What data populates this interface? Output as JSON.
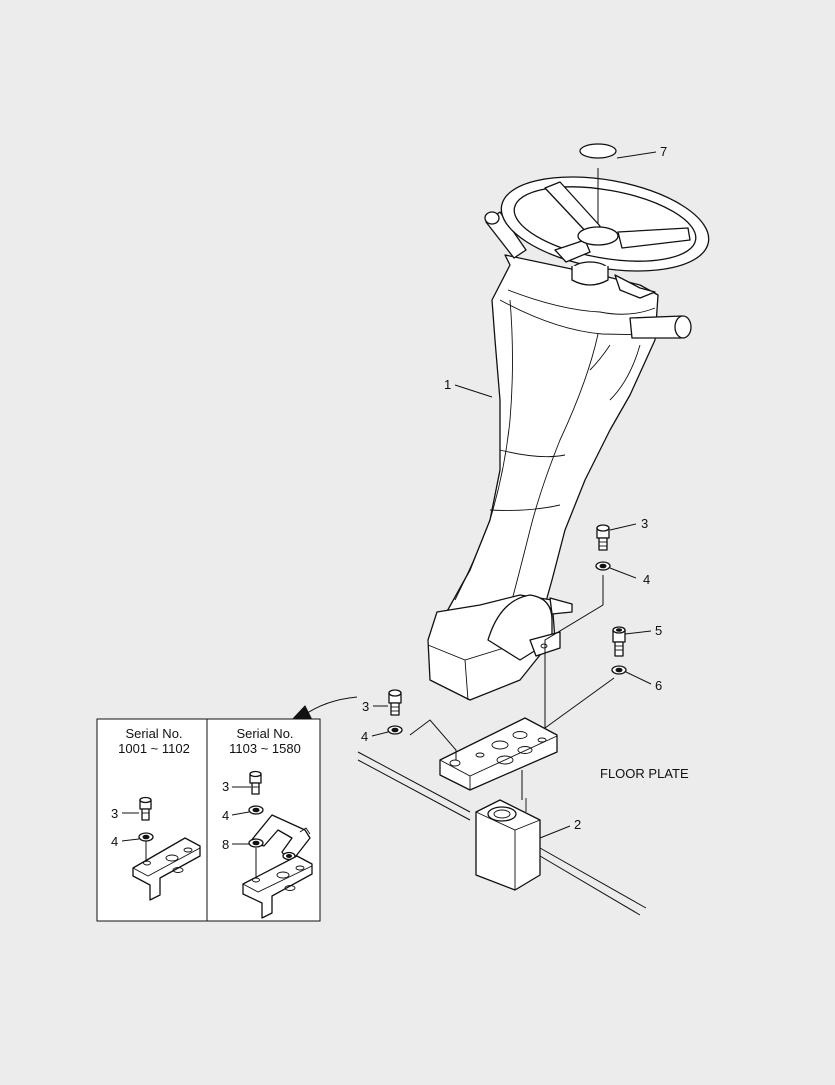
{
  "callouts": {
    "c1": "1",
    "c2": "2",
    "c3": "3",
    "c4": "4",
    "c5": "5",
    "c6": "6",
    "c7": "7",
    "c8": "8"
  },
  "floor_plate_label": "FLOOR PLATE",
  "inset": {
    "left_header_line1": "Serial No.",
    "left_header_line2": "1001 ~ 1102",
    "right_header_line1": "Serial No.",
    "right_header_line2": "1103 ~ 1580"
  }
}
